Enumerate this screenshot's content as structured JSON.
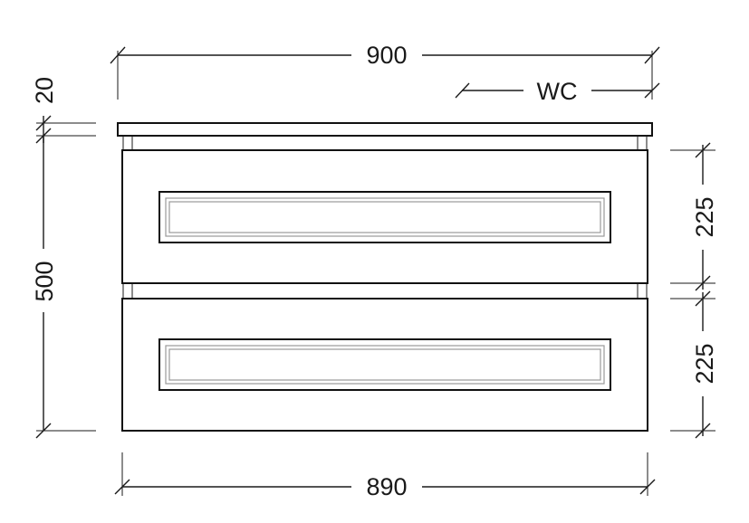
{
  "dimensions": {
    "top_width": "900",
    "wc": "WC",
    "top_thickness": "20",
    "total_height": "500",
    "drawer_top_height": "225",
    "drawer_bottom_height": "225",
    "bottom_width": "890"
  },
  "colors": {
    "line": "#1a1a1a",
    "handle_inner": "#9a9a9a",
    "background": "#ffffff"
  }
}
